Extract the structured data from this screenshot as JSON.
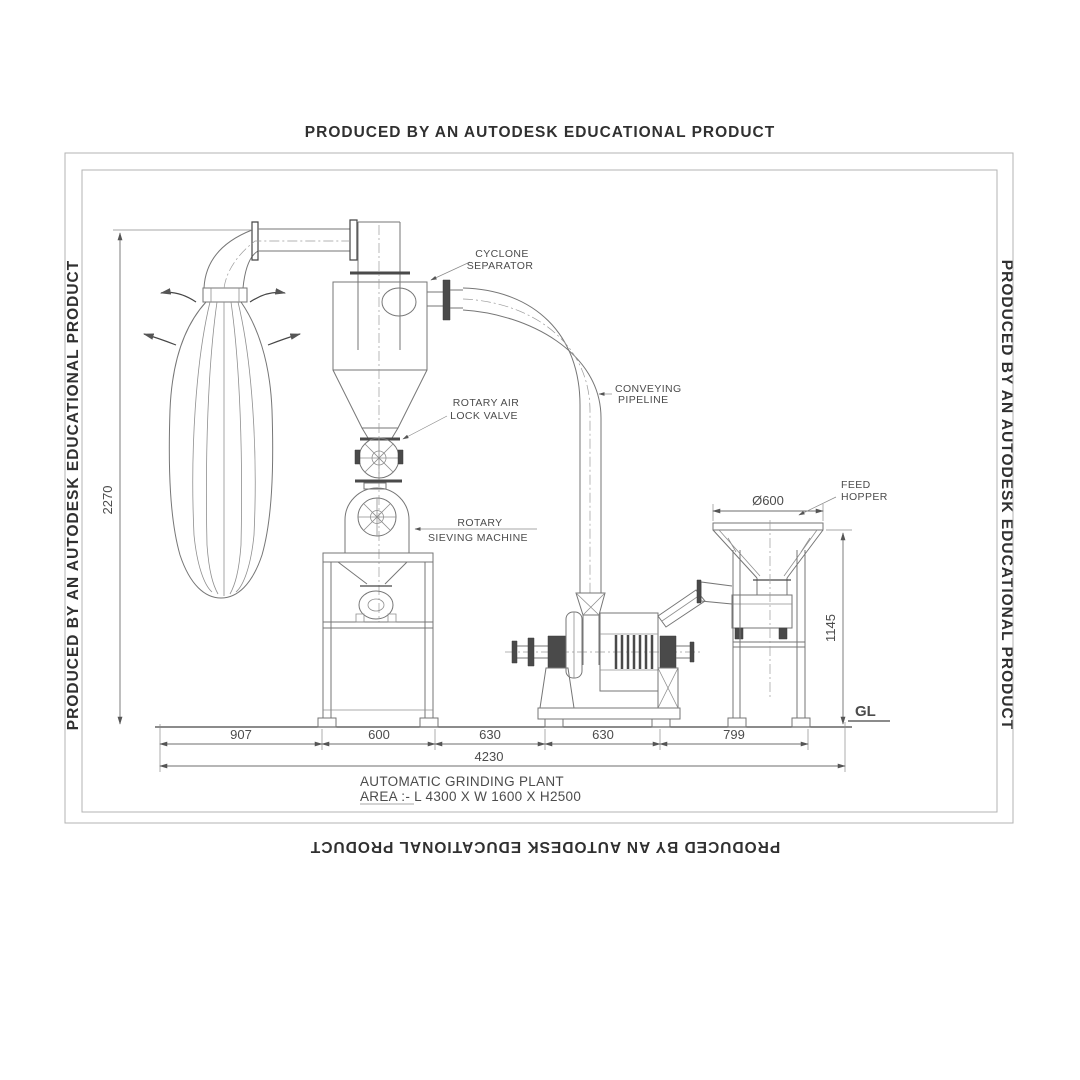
{
  "watermark": {
    "text": "PRODUCED BY AN AUTODESK EDUCATIONAL PRODUCT"
  },
  "title_block": {
    "plant_name": "AUTOMATIC GRINDING PLANT",
    "area_note": "AREA :- L 4300 X W 1600 X H2500"
  },
  "labels": {
    "cyclone_line1": "CYCLONE",
    "cyclone_line2": "SEPARATOR",
    "airlock_line1": "ROTARY AIR",
    "airlock_line2": "LOCK VALVE",
    "sieve_line1": "ROTARY",
    "sieve_line2": "SIEVING MACHINE",
    "pipeline_line1": "CONVEYING",
    "pipeline_line2": "PIPELINE",
    "hopper_line1": "FEED",
    "hopper_line2": "HOPPER",
    "ground_level": "GL"
  },
  "dimensions": {
    "overall_height": "2270",
    "hopper_dia": "Ø600",
    "hopper_height": "1145",
    "seg_bag": "907",
    "seg_sieve_stand": "600",
    "seg_gap": "630",
    "seg_mill": "630",
    "seg_hopper_stand": "799",
    "total_length": "4230"
  },
  "colors": {
    "line": "#767676",
    "dark": "#464646",
    "text": "#4c4c4c",
    "border": "#b3b3b3"
  }
}
